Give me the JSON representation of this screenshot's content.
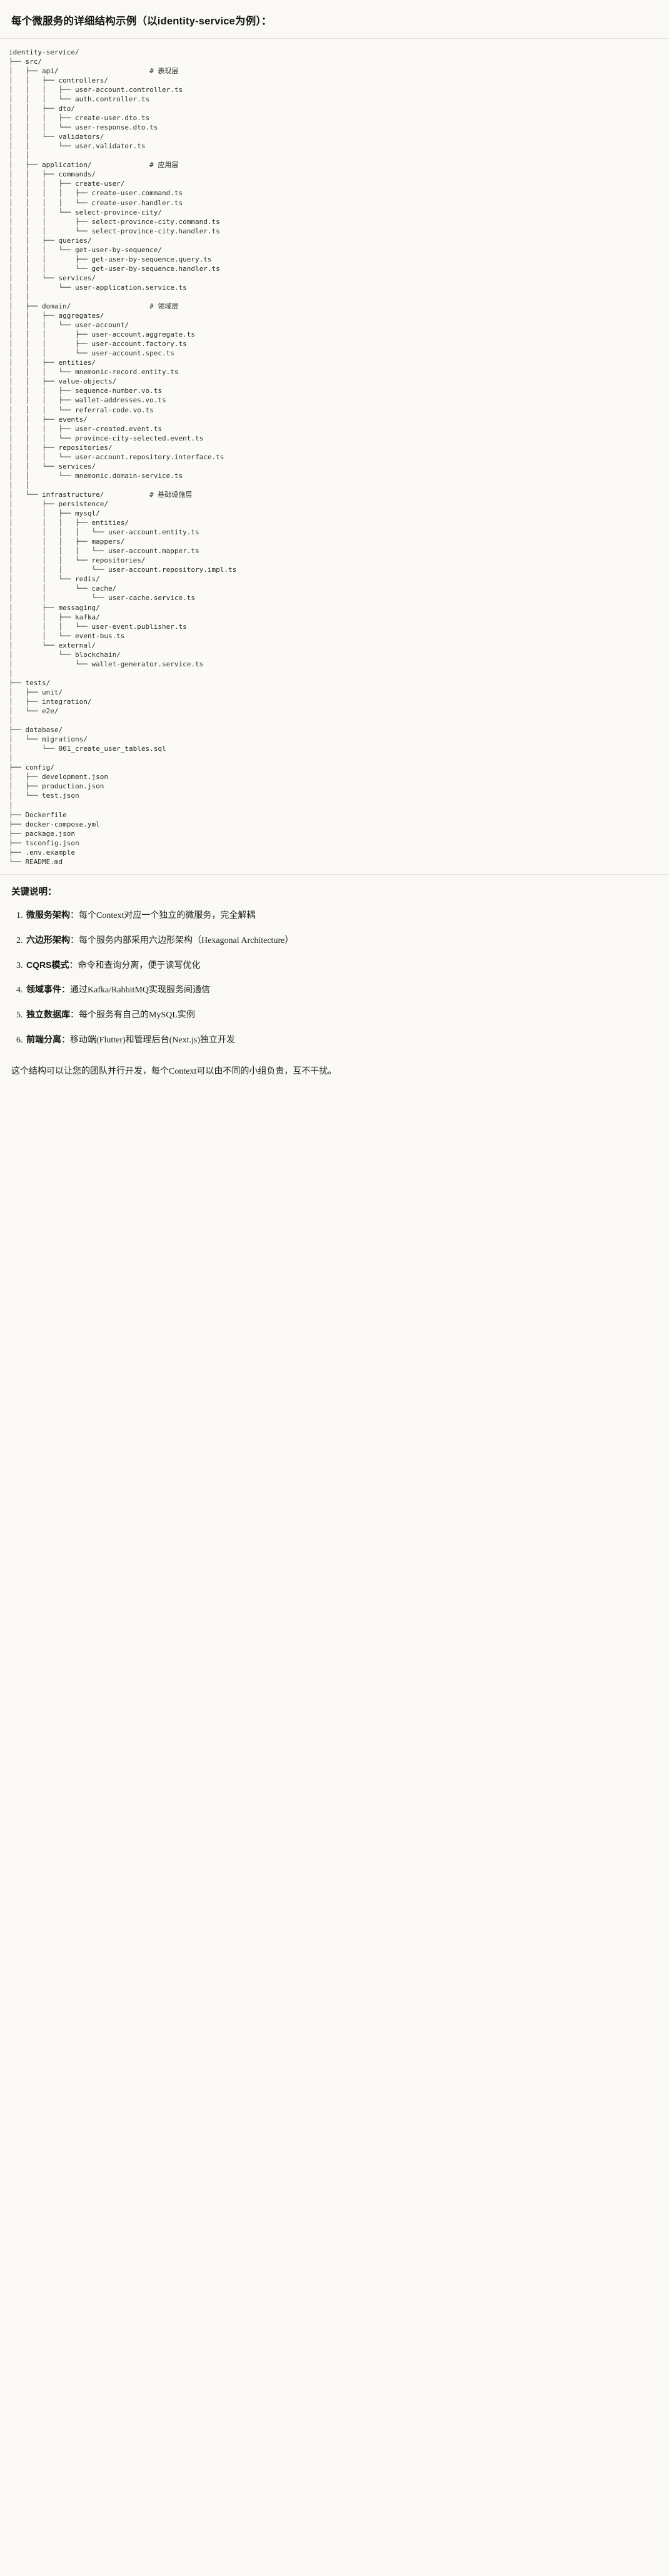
{
  "document": {
    "title": "每个微服务的详细结构示例（以identity-service为例）："
  },
  "tree": {
    "root": "identity-service/",
    "text": "identity-service/\n├── src/\n│   ├── api/                      # 表现层\n│   │   ├── controllers/\n│   │   │   ├── user-account.controller.ts\n│   │   │   └── auth.controller.ts\n│   │   ├── dto/\n│   │   │   ├── create-user.dto.ts\n│   │   │   └── user-response.dto.ts\n│   │   └── validators/\n│   │       └── user.validator.ts\n│   │\n│   ├── application/              # 应用层\n│   │   ├── commands/\n│   │   │   ├── create-user/\n│   │   │   │   ├── create-user.command.ts\n│   │   │   │   └── create-user.handler.ts\n│   │   │   └── select-province-city/\n│   │   │       ├── select-province-city.command.ts\n│   │   │       └── select-province-city.handler.ts\n│   │   ├── queries/\n│   │   │   └── get-user-by-sequence/\n│   │   │       ├── get-user-by-sequence.query.ts\n│   │   │       └── get-user-by-sequence.handler.ts\n│   │   └── services/\n│   │       └── user-application.service.ts\n│   │\n│   ├── domain/                   # 领域层\n│   │   ├── aggregates/\n│   │   │   └── user-account/\n│   │   │       ├── user-account.aggregate.ts\n│   │   │       ├── user-account.factory.ts\n│   │   │       └── user-account.spec.ts\n│   │   ├── entities/\n│   │   │   └── mnemonic-record.entity.ts\n│   │   ├── value-objects/\n│   │   │   ├── sequence-number.vo.ts\n│   │   │   ├── wallet-addresses.vo.ts\n│   │   │   └── referral-code.vo.ts\n│   │   ├── events/\n│   │   │   ├── user-created.event.ts\n│   │   │   └── province-city-selected.event.ts\n│   │   ├── repositories/\n│   │   │   └── user-account.repository.interface.ts\n│   │   └── services/\n│   │       └── mnemonic.domain-service.ts\n│   │\n│   └── infrastructure/           # 基础设施层\n│       ├── persistence/\n│       │   ├── mysql/\n│       │   │   ├── entities/\n│       │   │   │   └── user-account.entity.ts\n│       │   │   ├── mappers/\n│       │   │   │   └── user-account.mapper.ts\n│       │   │   └── repositories/\n│       │   │       └── user-account.repository.impl.ts\n│       │   └── redis/\n│       │       └── cache/\n│       │           └── user-cache.service.ts\n│       ├── messaging/\n│       │   ├── kafka/\n│       │   │   └── user-event.publisher.ts\n│       │   └── event-bus.ts\n│       └── external/\n│           └── blockchain/\n│               └── wallet-generator.service.ts\n│\n├── tests/\n│   ├── unit/\n│   ├── integration/\n│   └── e2e/\n│\n├── database/\n│   └── migrations/\n│       └── 001_create_user_tables.sql\n│\n├── config/\n│   ├── development.json\n│   ├── production.json\n│   └── test.json\n│\n├── Dockerfile\n├── docker-compose.yml\n├── package.json\n├── tsconfig.json\n├── .env.example\n└── README.md"
  },
  "notes": {
    "title": "关键说明：",
    "items": [
      {
        "key": "微服务架构",
        "sep": "：",
        "value": "每个Context对应一个独立的微服务，完全解耦"
      },
      {
        "key": "六边形架构",
        "sep": "：",
        "value": "每个服务内部采用六边形架构（Hexagonal Architecture）"
      },
      {
        "key": "CQRS模式",
        "sep": "：",
        "value": "命令和查询分离，便于读写优化"
      },
      {
        "key": "领域事件",
        "sep": "：",
        "value": "通过Kafka/RabbitMQ实现服务间通信"
      },
      {
        "key": "独立数据库",
        "sep": "：",
        "value": "每个服务有自己的MySQL实例"
      },
      {
        "key": "前端分离",
        "sep": "：",
        "value": "移动端(Flutter)和管理后台(Next.js)独立开发"
      }
    ],
    "closing": "这个结构可以让您的团队并行开发，每个Context可以由不同的小组负责，互不干扰。"
  },
  "colors": {
    "page_background": "#faf9f5",
    "code_background": "#fbfaf7",
    "divider": "#e3e1d9",
    "text": "#1a1a18",
    "code_text": "#2b2b2b"
  }
}
